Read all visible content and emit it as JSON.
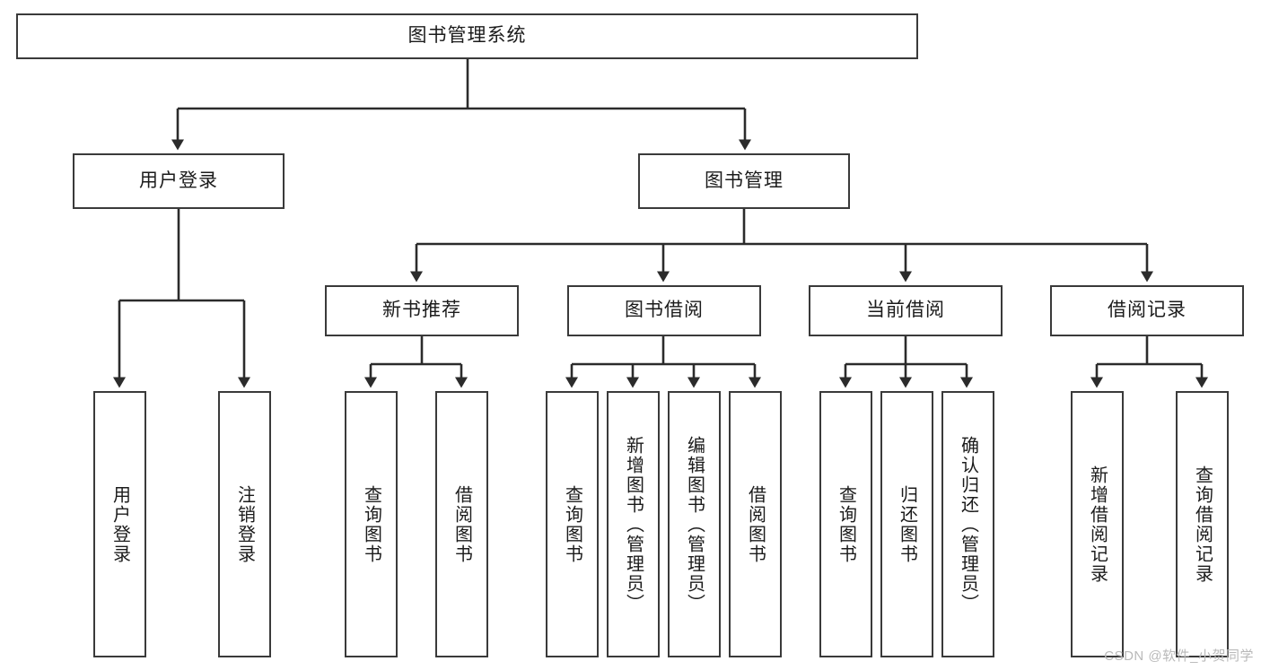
{
  "diagram": {
    "type": "tree",
    "title": "图书管理系统",
    "watermark": "CSDN @软件_小贺同学",
    "colors": {
      "box_border": "#3a3a3a",
      "box_fill": "#ffffff",
      "connector": "#2b2b2b",
      "text": "#1b1b1b",
      "watermark": "#b9b9b9"
    },
    "nodes": {
      "root": {
        "label": "图书管理系统",
        "level": 1
      },
      "l2": [
        {
          "id": "user_login",
          "label": "用户登录",
          "level": 2
        },
        {
          "id": "book_mgmt",
          "label": "图书管理",
          "level": 2
        }
      ],
      "l3": [
        {
          "id": "new_book_rec",
          "label": "新书推荐",
          "level": 3,
          "parent": "book_mgmt"
        },
        {
          "id": "book_borrow",
          "label": "图书借阅",
          "level": 3,
          "parent": "book_mgmt"
        },
        {
          "id": "current_borrow",
          "label": "当前借阅",
          "level": 3,
          "parent": "book_mgmt"
        },
        {
          "id": "borrow_record",
          "label": "借阅记录",
          "level": 3,
          "parent": "book_mgmt"
        }
      ],
      "leaves": [
        {
          "id": "leaf_user_login",
          "label": "用户登录",
          "parent": "user_login"
        },
        {
          "id": "leaf_logout",
          "label": "注销登录",
          "parent": "user_login"
        },
        {
          "id": "leaf_query_book_1",
          "label": "查询图书",
          "parent": "new_book_rec"
        },
        {
          "id": "leaf_borrow_book_1",
          "label": "借阅图书",
          "parent": "new_book_rec"
        },
        {
          "id": "leaf_query_book_2",
          "label": "查询图书",
          "parent": "book_borrow"
        },
        {
          "id": "leaf_add_book",
          "label": "新增图书（管理员）",
          "parent": "book_borrow"
        },
        {
          "id": "leaf_edit_book",
          "label": "编辑图书（管理员）",
          "parent": "book_borrow"
        },
        {
          "id": "leaf_borrow_book_2",
          "label": "借阅图书",
          "parent": "book_borrow"
        },
        {
          "id": "leaf_query_book_3",
          "label": "查询图书",
          "parent": "current_borrow"
        },
        {
          "id": "leaf_return_book",
          "label": "归还图书",
          "parent": "current_borrow"
        },
        {
          "id": "leaf_confirm_return",
          "label": "确认归还（管理员）",
          "parent": "current_borrow"
        },
        {
          "id": "leaf_add_record",
          "label": "新增借阅记录",
          "parent": "borrow_record"
        },
        {
          "id": "leaf_query_record",
          "label": "查询借阅记录",
          "parent": "borrow_record"
        }
      ]
    }
  }
}
